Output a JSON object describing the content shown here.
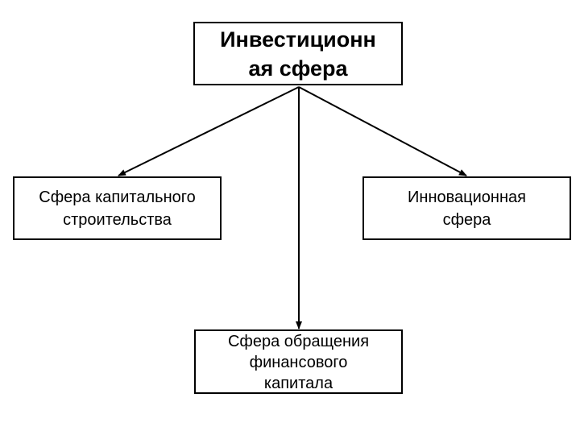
{
  "diagram": {
    "root": {
      "label": "Инвестиционн\nая сфера"
    },
    "children": [
      {
        "label": "Сфера капитального\nстроительства"
      },
      {
        "label": "Инновационная\nсфера"
      },
      {
        "label": "Сфера обращения\nфинансового\nкапитала"
      }
    ],
    "colors": {
      "stroke": "#000000",
      "background": "#ffffff"
    }
  }
}
